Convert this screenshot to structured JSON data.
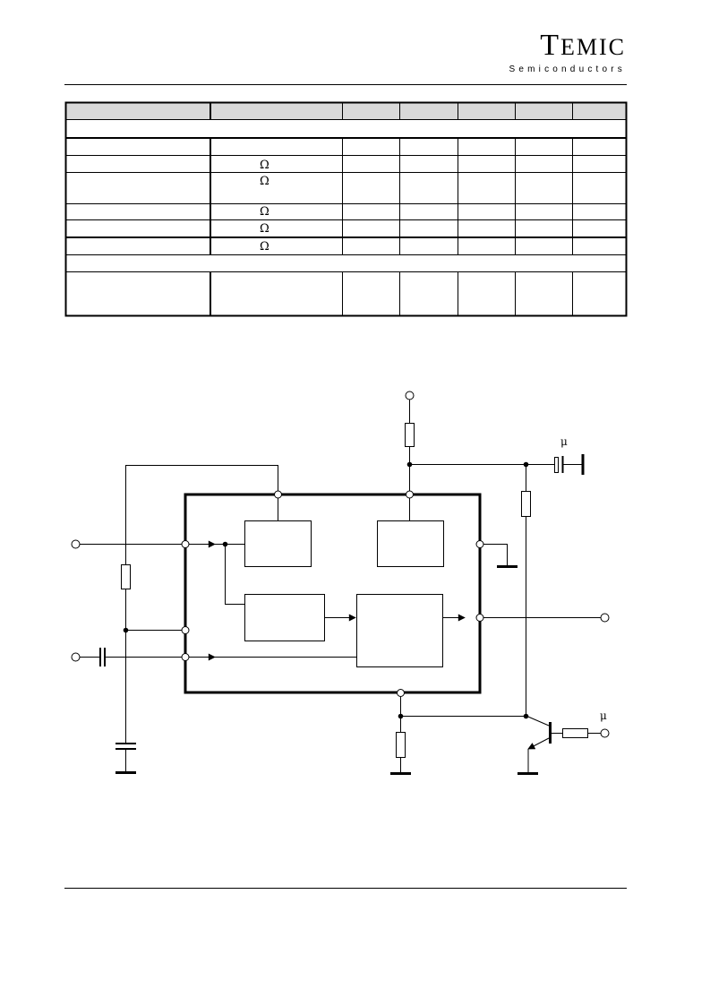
{
  "header": {
    "logo_first": "T",
    "logo_rest": "EMIC",
    "logo_sub": "Semiconductors"
  },
  "table": {
    "omega_symbol": "Ω"
  },
  "circuit": {
    "cap_unit_1": "μ",
    "cap_unit_2": "μ"
  }
}
